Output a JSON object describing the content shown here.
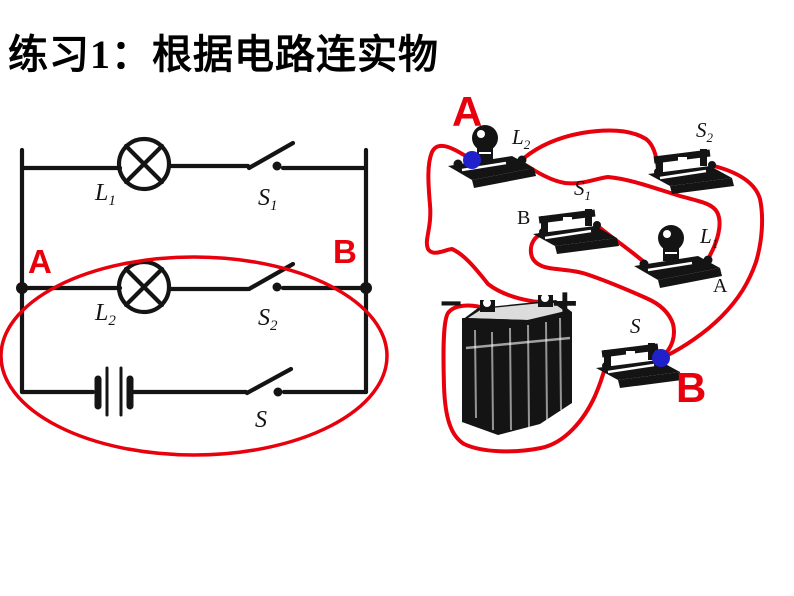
{
  "title": "练习1：根据电路连实物",
  "colors": {
    "annotation_red": "#e8000d",
    "terminal_blue": "#2121cc",
    "ink_black": "#141414"
  },
  "schematic": {
    "node_a": "A",
    "node_b": "B",
    "lamp1": {
      "letter": "L",
      "sub": "1"
    },
    "switch1": {
      "letter": "S",
      "sub": "1"
    },
    "lamp2": {
      "letter": "L",
      "sub": "2"
    },
    "switch2": {
      "letter": "S",
      "sub": "2"
    },
    "main_switch": {
      "letter": "S",
      "sub": ""
    }
  },
  "physical": {
    "node_a": "A",
    "node_b": "B",
    "lamp2": {
      "letter": "L",
      "sub": "2"
    },
    "switch2": {
      "letter": "S",
      "sub": "2"
    },
    "switch1": {
      "letter": "S",
      "sub": "1"
    },
    "lamp1": {
      "letter": "L",
      "sub": "1"
    },
    "main_switch": {
      "letter": "S",
      "sub": ""
    },
    "terminal_b": "B",
    "terminal_a": "A",
    "battery_minus": "−",
    "battery_plus": "+"
  }
}
